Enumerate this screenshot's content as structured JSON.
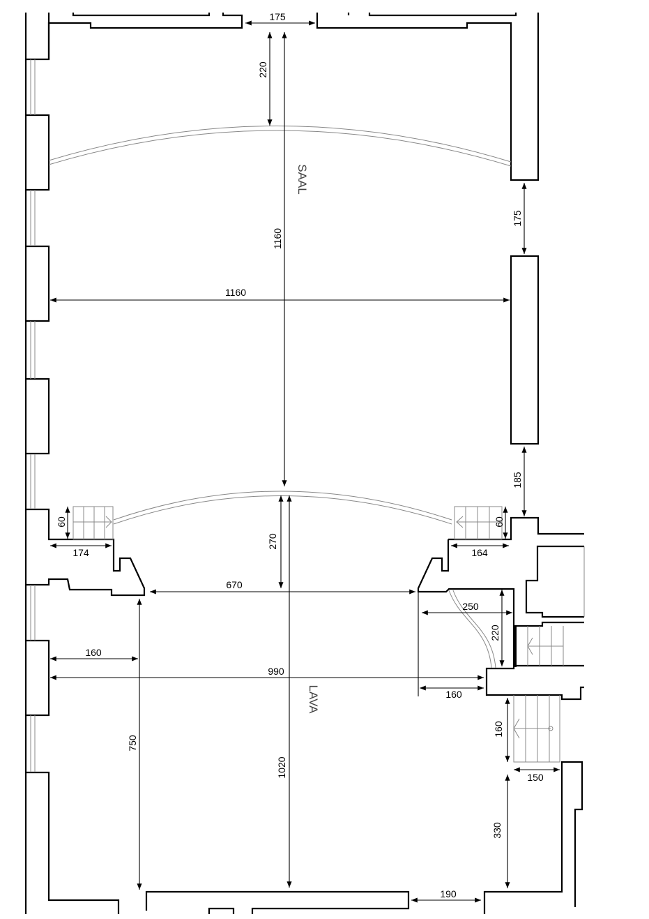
{
  "rooms": {
    "upper": "SAAL",
    "lower": "LAVA"
  },
  "dimensions": {
    "top_opening": "175",
    "saal_arc_depth": "220",
    "saal_length": "1160",
    "saal_width": "1160",
    "right_opening_upper": "175",
    "right_opening_lower": "185",
    "left_stair_height": "60",
    "right_stair_height": "60",
    "left_stair_width": "174",
    "right_stair_width": "164",
    "arch_depth": "270",
    "lava_length": "1020",
    "passage_width": "670",
    "corner_width": "250",
    "corner_height": "220",
    "left_offset": "160",
    "lava_width": "990",
    "door_offset": "160",
    "left_depth": "750",
    "stair_run": "160",
    "stair_width": "150",
    "right_recess": "330",
    "bottom_opening": "190"
  }
}
